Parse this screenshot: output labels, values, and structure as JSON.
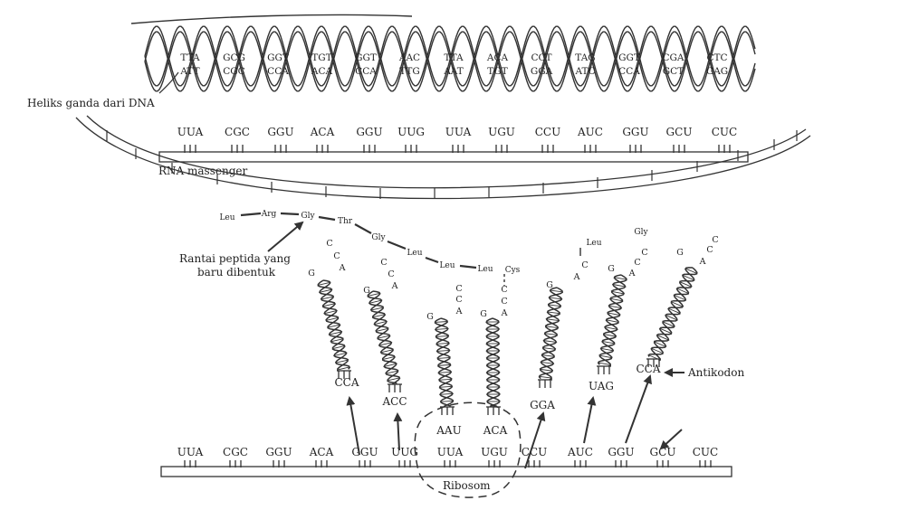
{
  "labels": {
    "dna_helix": "Heliks ganda dari DNA",
    "mrna": "RNA massenger",
    "peptide_line1": "Rantai peptida yang",
    "peptide_line2": "baru dibentuk",
    "anticodon": "Antikodon",
    "ribosome": "Ribosom"
  },
  "dna_pairs": [
    [
      "TTA",
      "ATT"
    ],
    [
      "GCG",
      "CGC"
    ],
    [
      "GGT",
      "CCA"
    ],
    [
      "TGT",
      "ACA"
    ],
    [
      "GGT",
      "CCA"
    ],
    [
      "AAC",
      "TTG"
    ],
    [
      "TTA",
      "AAT"
    ],
    [
      "ACA",
      "TGT"
    ],
    [
      "CCT",
      "GGA"
    ],
    [
      "TAG",
      "ATC"
    ],
    [
      "GGT",
      "CCA"
    ],
    [
      "CGA",
      "GCT"
    ],
    [
      "CTC",
      "GAG"
    ]
  ],
  "mrna_codons_top": [
    "UUA",
    "CGC",
    "GGU",
    "ACA",
    "GGU",
    "UUG",
    "UUA",
    "UGU",
    "CCU",
    "AUC",
    "GGU",
    "GCU",
    "CUC"
  ],
  "mrna_codons_bottom": [
    "UUA",
    "CGC",
    "GGU",
    "ACA",
    "GGU",
    "UUG",
    "UUA",
    "UGU",
    "CCU",
    "AUC",
    "GGU",
    "GCU",
    "CUC"
  ],
  "peptide_chain": [
    "Leu",
    "Arg",
    "Gly",
    "Thr",
    "Gly",
    "Leu",
    "Leu",
    "Leu",
    "Cys"
  ],
  "trnas": [
    {
      "anticodon": "CCA",
      "acceptor": [
        "G",
        "C",
        "C",
        "A"
      ],
      "amino_acid": ""
    },
    {
      "anticodon": "ACC",
      "acceptor": [
        "G",
        "C",
        "C",
        "A"
      ],
      "amino_acid": ""
    },
    {
      "anticodon": "AAU",
      "acceptor": [
        "G",
        "C",
        "C",
        "A"
      ],
      "amino_acid": ""
    },
    {
      "anticodon": "ACA",
      "acceptor": [
        "G",
        "C",
        "C",
        "A"
      ],
      "amino_acid": ""
    },
    {
      "anticodon": "GGA",
      "acceptor": [
        "G",
        "C",
        "A"
      ],
      "amino_acid": "Leu"
    },
    {
      "anticodon": "UAG",
      "acceptor": [
        "G",
        "C",
        "C",
        "A"
      ],
      "amino_acid": "Gly"
    },
    {
      "anticodon": "CCA",
      "acceptor": [
        "G",
        "C",
        "C",
        "A"
      ],
      "amino_acid": ""
    }
  ]
}
